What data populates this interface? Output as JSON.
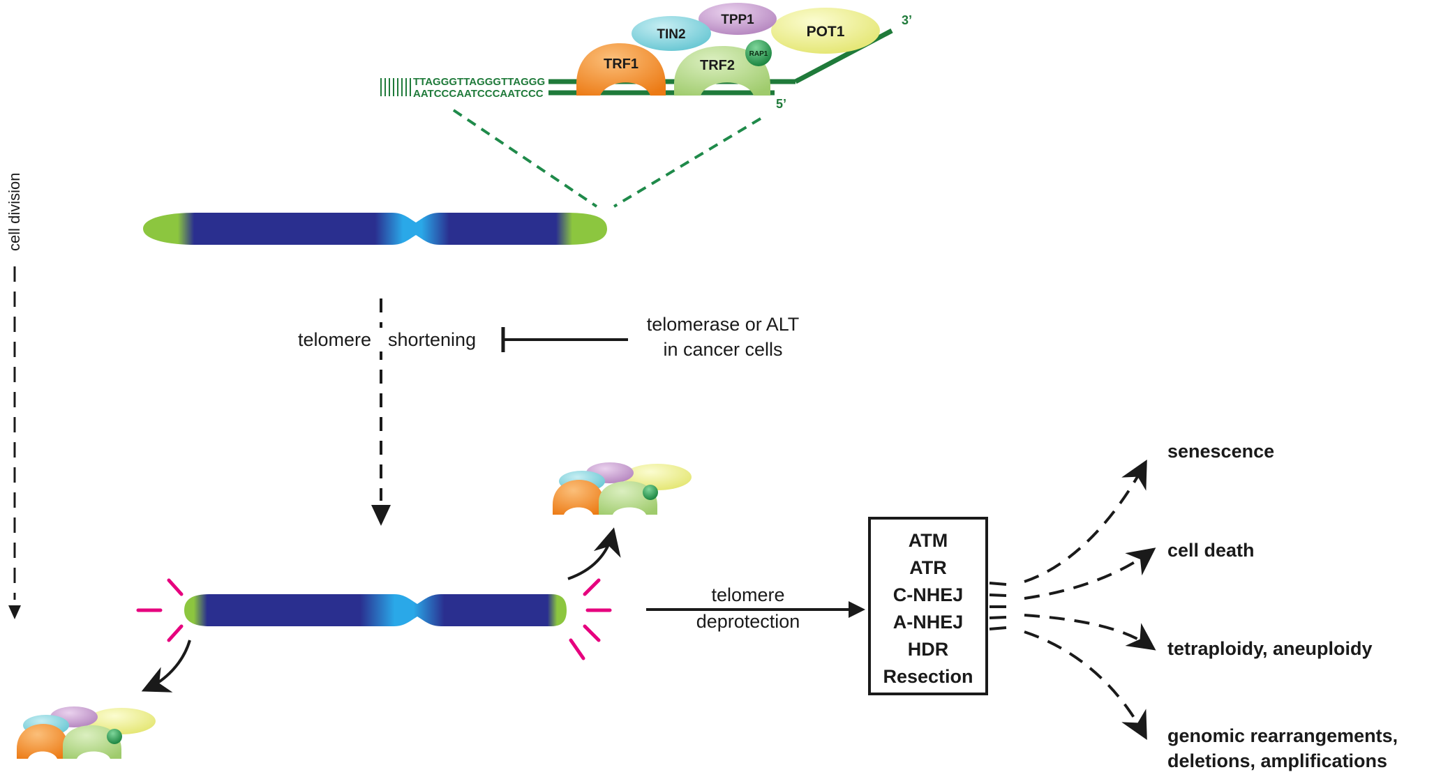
{
  "dna": {
    "top_strand": "TTAGGGTTAGGGTTAGGG",
    "bottom_strand": "AATCCCAATCCCAATCCC",
    "end_3": "3’",
    "end_5": "5’"
  },
  "shelterin": {
    "trf1": "TRF1",
    "trf2": "TRF2",
    "rap1": "RAP1",
    "tin2": "TIN2",
    "tpp1": "TPP1",
    "pot1": "POT1"
  },
  "labels": {
    "cell_division": "cell division",
    "telomere_shortening_1": "telomere",
    "telomere_shortening_2": "shortening",
    "telomerase_line1": "telomerase or ALT",
    "telomerase_line2": "in cancer cells",
    "deprotection_line1": "telomere",
    "deprotection_line2": "deprotection"
  },
  "pathways": [
    "ATM",
    "ATR",
    "C-NHEJ",
    "A-NHEJ",
    "HDR",
    "Resection"
  ],
  "outcomes": {
    "senescence": "senescence",
    "cell_death": "cell death",
    "tetraploidy": "tetraploidy, aneuploidy",
    "genomic_line1": "genomic rearrangements,",
    "genomic_line2": "deletions, amplifications"
  },
  "colors": {
    "dna_green": "#1f7a3a",
    "chromosome_blue": "#2a2f8f",
    "centromere_blue": "#2aa8e8",
    "telomere_green": "#8cc63f",
    "damage_magenta": "#e6007e",
    "trf1_orange": "#f08a24",
    "trf2_green": "#b5d98a",
    "rap1_green": "#1e9b4a",
    "tin2_cyan": "#7fd3dd",
    "tpp1_purple": "#c898cf",
    "pot1_yellow": "#eef08a"
  }
}
